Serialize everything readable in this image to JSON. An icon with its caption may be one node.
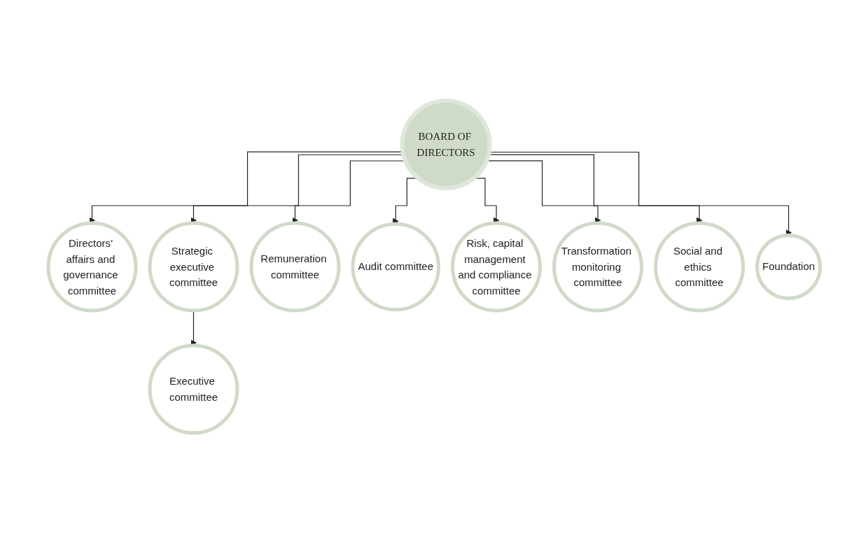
{
  "diagram": {
    "nodes": [
      {
        "text": [
          "BOARD OF DIRECTORS"
        ]
      },
      {
        "text": [
          "Directors’ affairs and governance committee"
        ]
      },
      {
        "text": [
          "Strategic executive committee"
        ]
      },
      {
        "text": [
          "Remuneration committee"
        ]
      },
      {
        "text": [
          "Audit committee"
        ]
      },
      {
        "text": [
          "Risk, capital management and compliance committee"
        ]
      },
      {
        "text": [
          "Transformation monitoring committee"
        ]
      },
      {
        "text": [
          "Social and ethics committee"
        ]
      },
      {
        "text": [
          "Foundation"
        ]
      },
      {
        "text": [
          "Executive committee"
        ]
      }
    ],
    "edges": [
      {
        "from": 0,
        "to": 1,
        "arrow": "to"
      },
      {
        "from": 0,
        "to": 2,
        "arrow": "to"
      },
      {
        "from": 0,
        "to": 3,
        "arrow": "to"
      },
      {
        "from": 0,
        "to": 4,
        "arrow": "to"
      },
      {
        "from": 0,
        "to": 5,
        "arrow": "to"
      },
      {
        "from": 0,
        "to": 6,
        "arrow": "to"
      },
      {
        "from": 0,
        "to": 7,
        "arrow": "to"
      },
      {
        "from": 0,
        "to": 8,
        "arrow": "to"
      },
      {
        "from": 2,
        "to": 9,
        "arrow": "to"
      }
    ]
  }
}
